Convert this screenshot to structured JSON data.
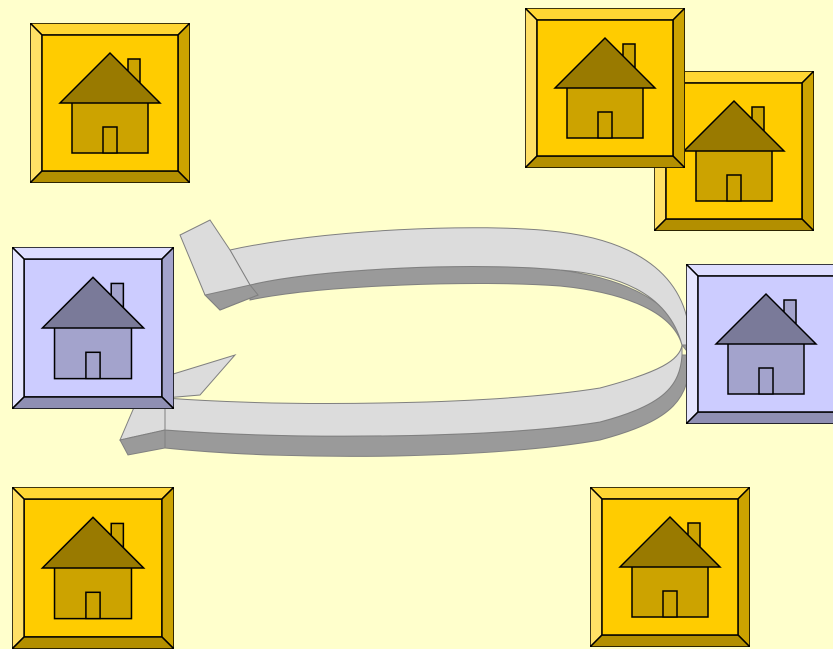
{
  "colors": {
    "background": "#FFFFCC",
    "gold_tile": {
      "face": "#FFCC00",
      "bevel_light": "#FFE066",
      "bevel_top": "#FFD633",
      "bevel_dark": "#B38F00",
      "bevel_side": "#CCA300",
      "roof": "#997A00",
      "wall": "#CCA300"
    },
    "blue_tile": {
      "face": "#CCCCFF",
      "bevel_light": "#E6E6FF",
      "bevel_top": "#DDDDFF",
      "bevel_dark": "#8F8FB3",
      "bevel_side": "#A3A3CC",
      "roof": "#7A7A99",
      "wall": "#A3A3CC"
    },
    "arrow": {
      "top_face": "#DCDCDC",
      "side_face": "#9A9A9A",
      "edge": "#808080"
    },
    "outline": "#000000"
  },
  "tiles": [
    {
      "name": "house-tile-top-left",
      "icon": "house-icon",
      "color": "gold"
    },
    {
      "name": "house-tile-top-right-front",
      "icon": "house-icon",
      "color": "gold"
    },
    {
      "name": "house-tile-top-right-back",
      "icon": "house-icon",
      "color": "gold"
    },
    {
      "name": "house-tile-middle-left",
      "icon": "house-icon",
      "color": "blue"
    },
    {
      "name": "house-tile-middle-right",
      "icon": "house-icon",
      "color": "blue"
    },
    {
      "name": "house-tile-bottom-left",
      "icon": "house-icon",
      "color": "gold"
    },
    {
      "name": "house-tile-bottom-right",
      "icon": "house-icon",
      "color": "gold"
    }
  ],
  "connector": {
    "icon": "circular-arrow-icon"
  }
}
